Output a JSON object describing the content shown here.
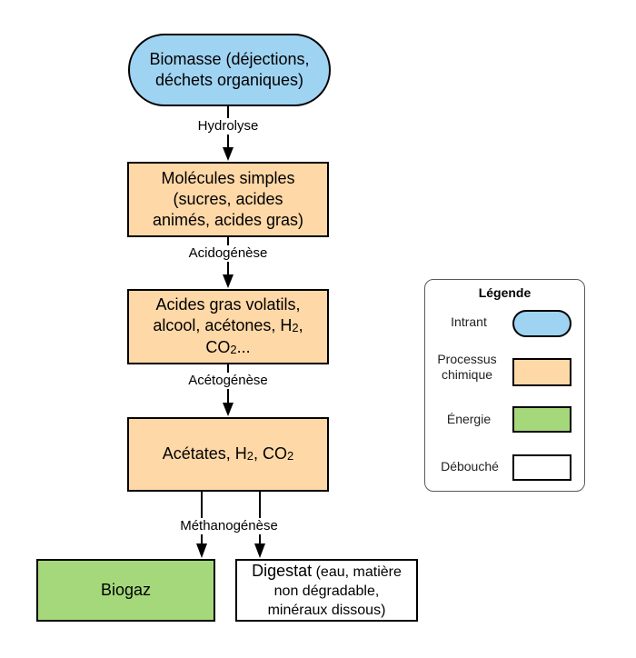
{
  "diagram": {
    "nodes": {
      "biomasse": {
        "line1": "Biomasse (déjections,",
        "line2": "déchets organiques)",
        "type": "intrant",
        "color": "#9fd3f2"
      },
      "molecules": {
        "line1": "Molécules simples",
        "line2": "(sucres, acides",
        "line3": "animés, acides gras)",
        "type": "processus",
        "color": "#fed8a6"
      },
      "acides": {
        "line1": "Acides gras volatils,",
        "line2_a": "alcool, acétones, H",
        "line2_sub": "2",
        "line2_b": ",",
        "line3_a": "CO",
        "line3_sub": "2",
        "line3_b": "...",
        "type": "processus",
        "color": "#fed8a6"
      },
      "acetates": {
        "text_a": "Acétates, H",
        "sub1": "2",
        "text_b": ", CO",
        "sub2": "2",
        "type": "processus",
        "color": "#fed8a6"
      },
      "biogaz": {
        "text": "Biogaz",
        "type": "energie",
        "color": "#a5d87a"
      },
      "digestat": {
        "line1_a": "Digestat",
        "line1_b": " (eau, matière",
        "line2": "non dégradable,",
        "line3": "minéraux dissous)",
        "type": "debouche",
        "color": "#ffffff"
      }
    },
    "edges": [
      {
        "from": "biomasse",
        "to": "molecules",
        "label": "Hydrolyse"
      },
      {
        "from": "molecules",
        "to": "acides",
        "label": "Acidogénèse"
      },
      {
        "from": "acides",
        "to": "acetates",
        "label": "Acétogénèse"
      },
      {
        "from": "acetates",
        "to": "biogaz",
        "label": "Méthanogénèse"
      },
      {
        "from": "acetates",
        "to": "digestat",
        "label": "Méthanogénèse"
      }
    ]
  },
  "legend": {
    "title": "Légende",
    "items": [
      {
        "label": "Intrant",
        "shape": "pill",
        "color": "#9fd3f2"
      },
      {
        "label_line1": "Processus",
        "label_line2": "chimique",
        "shape": "rect",
        "color": "#fed8a6"
      },
      {
        "label": "Énergie",
        "shape": "rect",
        "color": "#a5d87a"
      },
      {
        "label": "Débouché",
        "shape": "rect",
        "color": "#ffffff"
      }
    ]
  }
}
